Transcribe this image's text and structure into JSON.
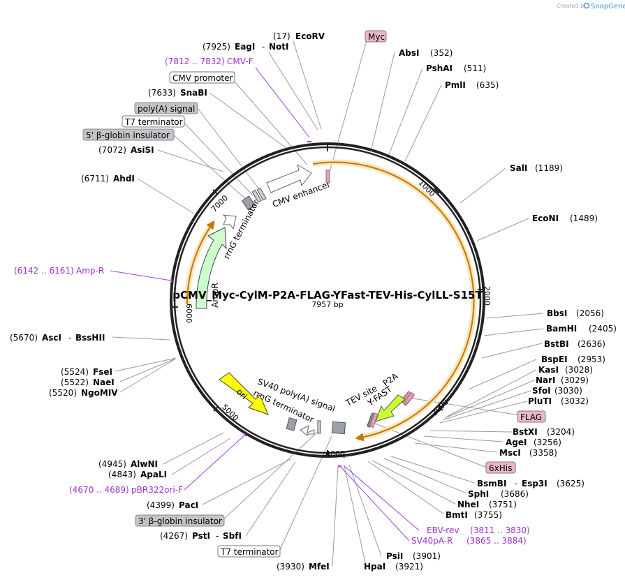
{
  "branding": {
    "created_by": "Created by",
    "product": "SnapGene"
  },
  "plasmid": {
    "name": "pCMV_Myc-CylM-P2A-FLAG-YFast-TEV-His-CylLL-S15T",
    "size": "7957 bp"
  },
  "ticks": [
    "1000",
    "2000",
    "3000",
    "4000",
    "5000",
    "6000",
    "7000"
  ],
  "features": {
    "cmv_enhancer": "CMV enhancer",
    "rrng_terminator_top": "rrnG terminator",
    "amp_r": "AmpR",
    "sv40_polya": "SV40 poly(A) signal",
    "rrng_terminator_bottom": "rrnG terminator",
    "ori": "ori",
    "tev_site": "TEV site",
    "p2a": "P2A",
    "y_fast": "Y-FAST"
  },
  "callouts": {
    "myc": "Myc",
    "flag": "FLAG",
    "six_his": "6xHis",
    "cmv_promoter": "CMV promoter",
    "polya_signal": "poly(A) signal",
    "t7_terminator_top": "T7 terminator",
    "globin_5": "5' β-globin insulator",
    "globin_3": "3' β-globin insulator",
    "t7_terminator_bottom": "T7 terminator"
  },
  "enzymes": [
    {
      "pos": "(17)",
      "name": "EcoRV"
    },
    {
      "pos": "(7925)",
      "name": "EagI",
      "name2": "NotI"
    },
    {
      "pos": "(7633)",
      "name": "SnaBI"
    },
    {
      "pos": "(7072)",
      "name": "AsiSI"
    },
    {
      "pos": "(6711)",
      "name": "AhdI"
    },
    {
      "pos": "(352)",
      "name": "AbsI"
    },
    {
      "pos": "(511)",
      "name": "PshAI"
    },
    {
      "pos": "(635)",
      "name": "PmlI"
    },
    {
      "pos": "(1189)",
      "name": "SalI"
    },
    {
      "pos": "(1489)",
      "name": "EcoNI"
    },
    {
      "pos": "(2056)",
      "name": "BbsI"
    },
    {
      "pos": "(2405)",
      "name": "BamHI"
    },
    {
      "pos": "(2636)",
      "name": "BstBI"
    },
    {
      "pos": "(2953)",
      "name": "BspEI"
    },
    {
      "pos": "(3028)",
      "name": "KasI"
    },
    {
      "pos": "(3029)",
      "name": "NarI"
    },
    {
      "pos": "(3030)",
      "name": "SfoI"
    },
    {
      "pos": "(3032)",
      "name": "PluTI"
    },
    {
      "pos": "(3204)",
      "name": "BstXI"
    },
    {
      "pos": "(3256)",
      "name": "AgeI"
    },
    {
      "pos": "(3358)",
      "name": "MscI"
    },
    {
      "pos": "(3625)",
      "name": "BsmBI",
      "name2": "Esp3I"
    },
    {
      "pos": "(3686)",
      "name": "SphI"
    },
    {
      "pos": "(3751)",
      "name": "NheI"
    },
    {
      "pos": "(3755)",
      "name": "BmtI"
    },
    {
      "pos": "(3901)",
      "name": "PsiI"
    },
    {
      "pos": "(3921)",
      "name": "HpaI"
    },
    {
      "pos": "(3930)",
      "name": "MfeI"
    },
    {
      "pos": "(4267)",
      "name": "PstI",
      "name2": "SbfI"
    },
    {
      "pos": "(4399)",
      "name": "PacI"
    },
    {
      "pos": "(4843)",
      "name": "ApaLI"
    },
    {
      "pos": "(4945)",
      "name": "AlwNI"
    },
    {
      "pos": "(5520)",
      "name": "NgoMIV"
    },
    {
      "pos": "(5522)",
      "name": "NaeI"
    },
    {
      "pos": "(5524)",
      "name": "FseI"
    },
    {
      "pos": "(5670)",
      "name": "AscI",
      "name2": "BssHII"
    }
  ],
  "primers": [
    {
      "range": "(7812 .. 7832)",
      "name": "CMV-F"
    },
    {
      "range": "(6142 .. 6161)",
      "name": "Amp-R"
    },
    {
      "range": "(4670 .. 4689)",
      "name": "pBR322ori-F"
    },
    {
      "range": "(3811 .. 3830)",
      "name": "EBV-rev"
    },
    {
      "range": "(3865 .. 3884)",
      "name": "SV40pA-R"
    }
  ],
  "colors": {
    "backbone": "#222222",
    "orf_orange": "#f5a623",
    "primer_purple": "#a040e0",
    "tag_pink": "#e8b9c6",
    "ori_yellow": "#ffff00",
    "ampr_green": "#ccffcc",
    "yfast_green": "#ccff33"
  }
}
